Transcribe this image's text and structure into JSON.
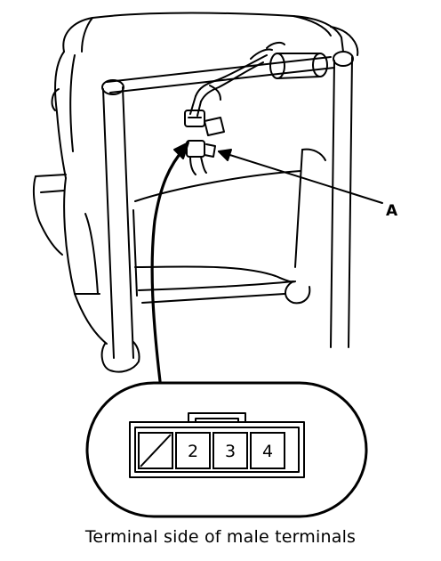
{
  "callout": {
    "label": "A"
  },
  "connector": {
    "pins": [
      {
        "label": ""
      },
      {
        "label": "2"
      },
      {
        "label": "3"
      },
      {
        "label": "4"
      }
    ]
  },
  "caption": "Terminal side of male terminals",
  "colors": {
    "ink": "#000000",
    "background": "#ffffff"
  }
}
